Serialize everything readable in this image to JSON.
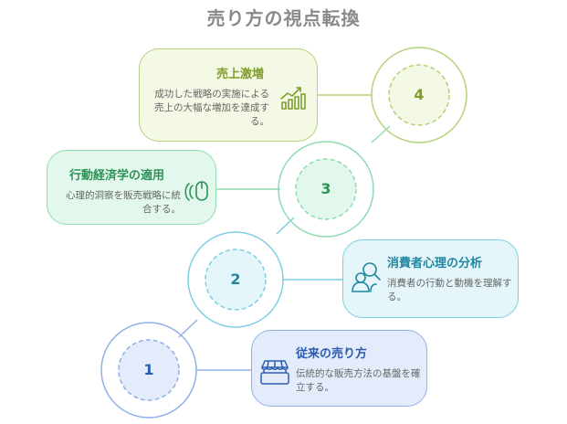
{
  "title": "売り方の視点転換",
  "steps": [
    {
      "number": "1",
      "title": "従来の売り方",
      "description": "伝統的な販売方法の基盤を確立する。",
      "icon": "shop-sale-icon",
      "color": "#2a5cb0"
    },
    {
      "number": "2",
      "title": "消費者心理の分析",
      "description": "消費者の行動と動機を理解する。",
      "icon": "user-search-icon",
      "color": "#1f86a0"
    },
    {
      "number": "3",
      "title": "行動経済学の適用",
      "description": "心理的洞察を販売戦略に統合する。",
      "icon": "mouse-click-icon",
      "color": "#2e9158"
    },
    {
      "number": "4",
      "title": "売上激増",
      "description": "成功した戦略の実施による売上の大幅な増加を達成する。",
      "icon": "growth-chart-icon",
      "color": "#7e9d2b"
    }
  ]
}
